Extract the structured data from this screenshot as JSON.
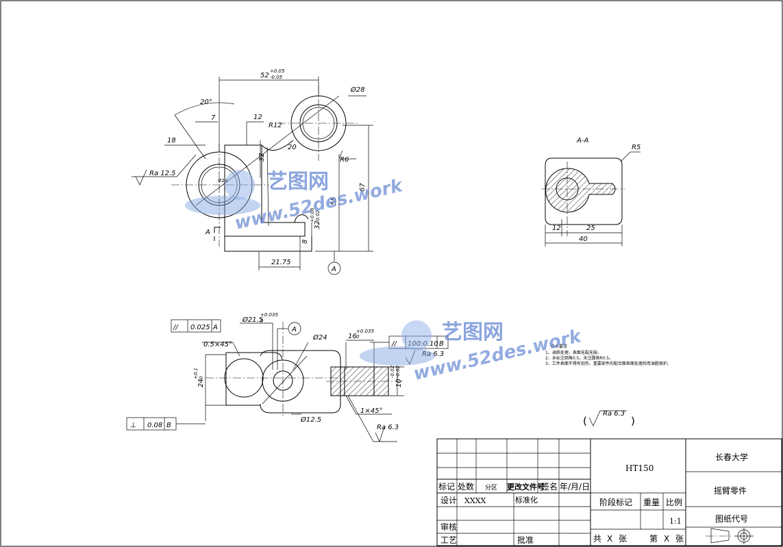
{
  "view_labels": {
    "section_title": "A-A",
    "section_marker": "A",
    "datum_a": "A",
    "datum_b": "B"
  },
  "dimensions": {
    "d52": "52",
    "d52_tol_up": "+0.05",
    "d52_tol_dn": "-0.05",
    "d28": "Ø28",
    "ang20": "20°",
    "d7": "7",
    "d18": "18",
    "d12a": "12",
    "r12": "R12",
    "d20": "20",
    "d32a": "32",
    "r6": "R6",
    "d67": "67",
    "d55": "55",
    "d32b": "32",
    "d32b_up": "+0.06",
    "d32b_dn": "-0.02",
    "d8": "8",
    "d21_75": "21.75",
    "ra125": "Ra 12.5",
    "rad": "Φ14",
    "r5": "R5",
    "d12b": "12",
    "d25": "25",
    "d40": "40",
    "d21_5": "Ø21.5",
    "d21_5_up": "+0.035",
    "d21_5_dn": "0",
    "d24": "Ø24",
    "d16": "16",
    "d16_up": "+0.035",
    "d16_dn": "0",
    "c05": "0.5×45°",
    "d24b": "24",
    "d24b_up": "+0.1",
    "d24b_dn": "0",
    "d12_5": "Ø12.5",
    "c1": "1×45°",
    "d10": "10",
    "d10_up": "-0.02",
    "d10_dn": "-0.02",
    "ra63a": "Ra 6.3",
    "ra63b": "Ra 6.3",
    "ra63c": "Ra 6.3"
  },
  "tolerances": {
    "parallel1": {
      "symbol": "//",
      "value": "0.025",
      "datum": "A"
    },
    "parallel2": {
      "symbol": "//",
      "value": "100:0.10",
      "datum": "B"
    },
    "perpendicular": {
      "symbol": "⊥",
      "value": "0.08",
      "datum": "B"
    }
  },
  "tech_notes": {
    "title": "技术要求",
    "items": [
      "1、调质处理，表面无裂无缺。",
      "2、未标注倒角0.5，未注圆角R0.5。",
      "3、工件表面不得有划伤，重要部件的配合面表面处理后用油脂保护。"
    ]
  },
  "roughness_general": {
    "open": "(",
    "value": "Ra 6.3",
    "close": ")"
  },
  "watermark": {
    "brand": "艺图网",
    "url": "www.52des.work"
  },
  "title_block": {
    "material": "HT150",
    "school": "长春大学",
    "part_name": "摇臂零件",
    "drawing_code_label": "图纸代号",
    "row_labels": {
      "mark": "标记",
      "count": "处数",
      "zone": "分区",
      "change_doc": "更改文件号",
      "sign": "签名",
      "date": "年/月/日"
    },
    "design": "设计",
    "designer": "XXXX",
    "standardize": "标准化",
    "review": "审核",
    "process": "工艺",
    "approve": "批准",
    "stage_mark": "阶段标记",
    "weight": "重量",
    "scale_label": "比例",
    "scale": "1:1",
    "total": "共",
    "sheets_x1": "X",
    "sheet_word1": "张",
    "nth": "第",
    "sheets_x2": "X",
    "sheet_word2": "张"
  }
}
